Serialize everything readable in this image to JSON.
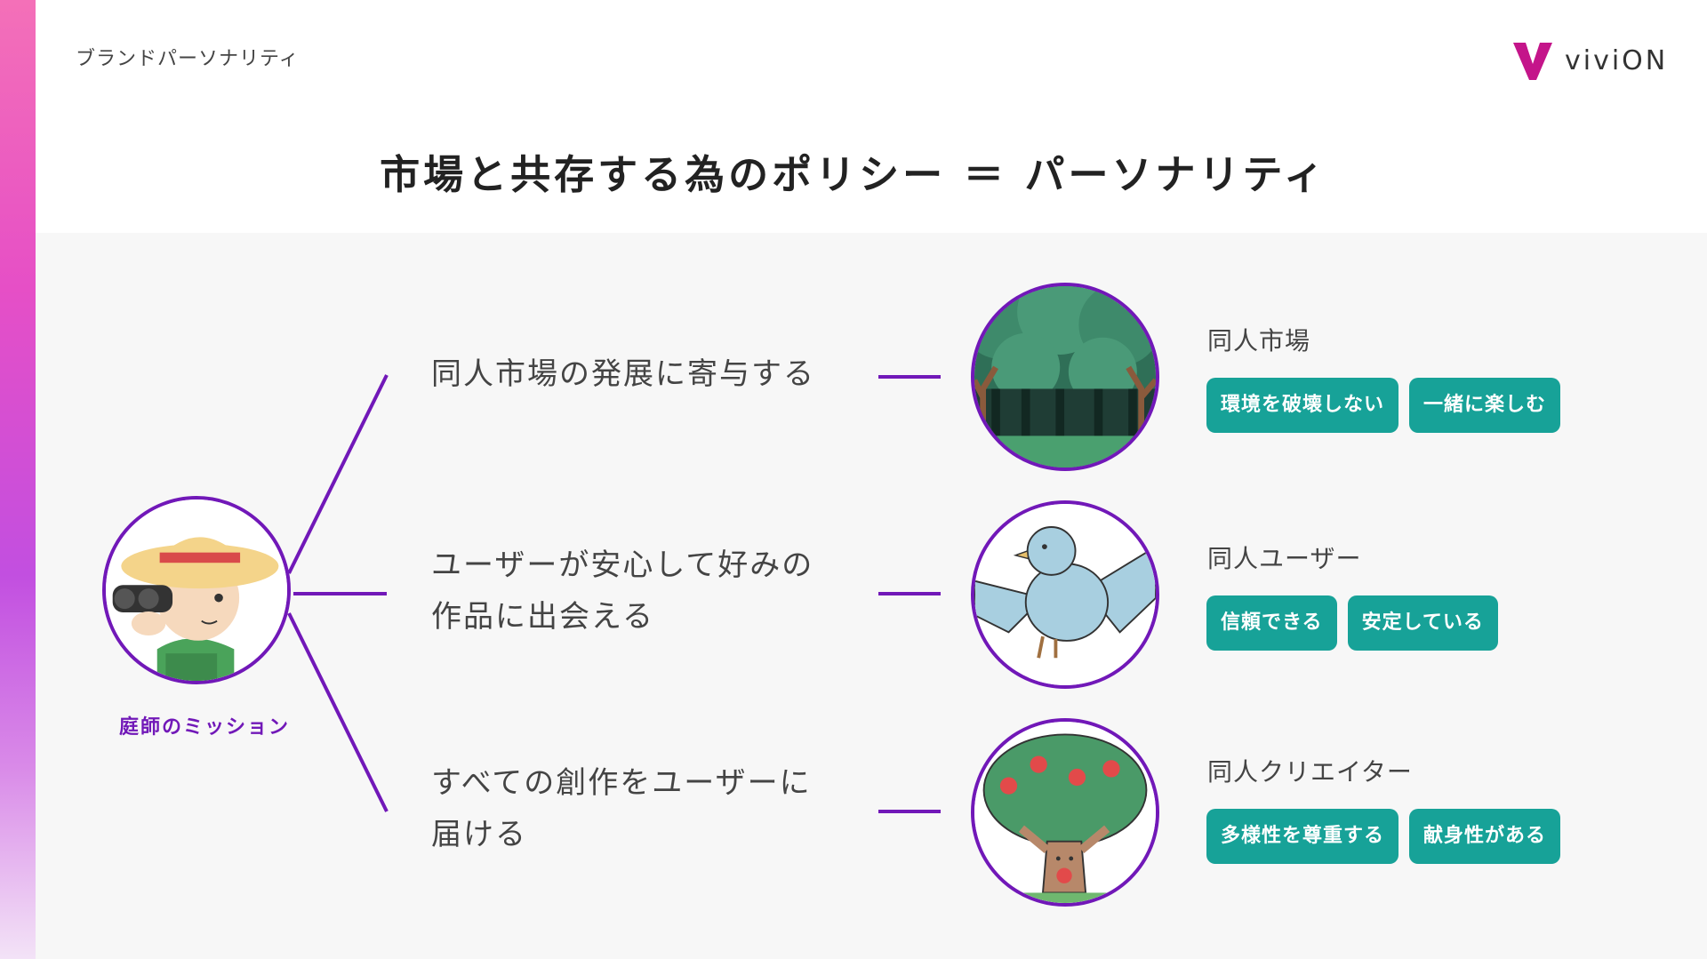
{
  "header": {
    "section_label": "ブランドパーソナリティ"
  },
  "logo": {
    "text": "viviON",
    "mark_icon": "vivion-v-mark-icon"
  },
  "title": "市場と共存する為のポリシー ＝ パーソナリティ",
  "mission": {
    "label": "庭師のミッション",
    "icon": "gardener-with-binoculars-illustration"
  },
  "missions": [
    {
      "text": "同人市場の発展に寄与する"
    },
    {
      "line1": "ユーザーが安心して好みの",
      "line2": "作品に出会える"
    },
    {
      "line1": "すべての創作をユーザーに",
      "line2": "届ける"
    }
  ],
  "groups": [
    {
      "title": "同人市場",
      "icon": "forest-illustration",
      "tags": [
        "環境を破壊しない",
        "一緒に楽しむ"
      ]
    },
    {
      "title": "同人ユーザー",
      "icon": "bluebird-illustration",
      "tags": [
        "信頼できる",
        "安定している"
      ]
    },
    {
      "title": "同人クリエイター",
      "icon": "apple-tree-illustration",
      "tags": [
        "多様性を尊重する",
        "献身性がある"
      ]
    }
  ],
  "colors": {
    "accent_purple": "#7118b8",
    "tag_teal": "#17a298",
    "panel_bg": "#f7f7f7",
    "logo_magenta": "#c4158a"
  }
}
